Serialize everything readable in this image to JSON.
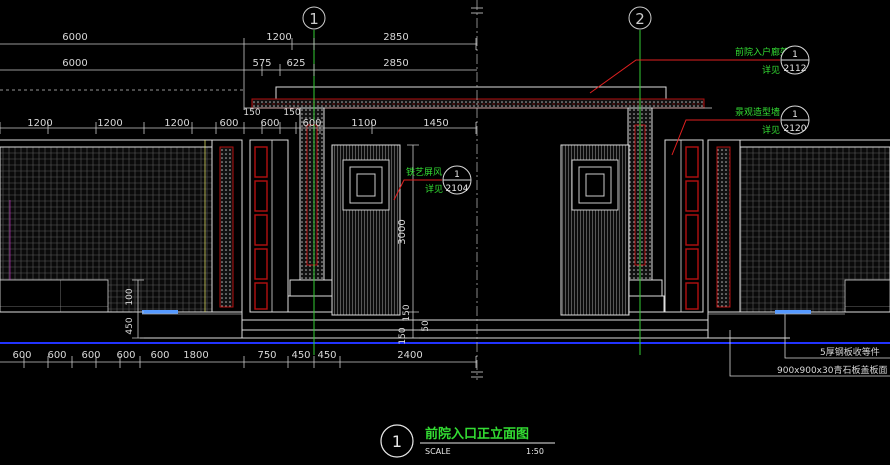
{
  "colors": {
    "background": "#000000",
    "line_white": "#e8e8e8",
    "dimension_line": "#c8c8c8",
    "grid_axis": "#33cc33",
    "leader_red": "#e02020",
    "callout_green": "#33dd33",
    "brick_red": "#b41010",
    "ground_blue": "#2233ff",
    "yellow": "#d8d860",
    "magenta": "#d030d0"
  },
  "grid_axes": [
    "1",
    "2"
  ],
  "dims_row1": [
    "6000",
    "1200",
    "2850"
  ],
  "dims_row2": [
    "6000",
    "575",
    "625",
    "2850"
  ],
  "dims_row3": [
    "1200",
    "1200",
    "1200",
    "600",
    "600",
    "150",
    "150",
    "600",
    "1100",
    "1450"
  ],
  "dims_bottom": [
    "600",
    "600",
    "600",
    "600",
    "600",
    "1800",
    "750",
    "450",
    "450",
    "2400"
  ],
  "dims_vertical": [
    "3000",
    "150",
    "150",
    "50",
    "100",
    "450"
  ],
  "callouts": [
    {
      "name": "前院入户廊架",
      "label": "详见",
      "num": "1",
      "sheet": "2112"
    },
    {
      "name": "景观造型墙",
      "label": "详见",
      "num": "1",
      "sheet": "2120"
    },
    {
      "name": "铁艺屏风",
      "label": "详见",
      "num": "1",
      "sheet": "2104"
    }
  ],
  "notes": [
    "5厚钢板收等件",
    "900x900x30青石板盖板面"
  ],
  "title": {
    "number": "1",
    "name": "前院入口正立面图",
    "scale_label": "SCALE",
    "scale_value": "1:50"
  }
}
